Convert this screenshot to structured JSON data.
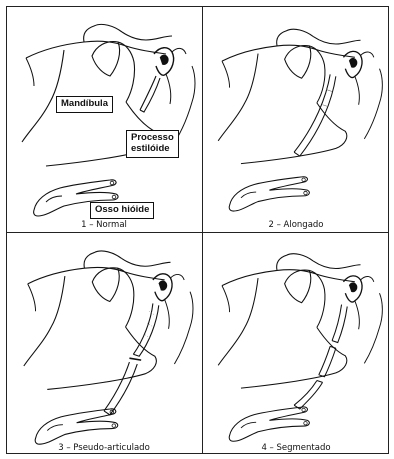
{
  "panels": [
    {
      "id": 1,
      "caption": "1 – Normal"
    },
    {
      "id": 2,
      "caption": "2 – Alongado"
    },
    {
      "id": 3,
      "caption": "3 – Pseudo-articulado"
    },
    {
      "id": 4,
      "caption": "4 – Segmentado"
    }
  ],
  "labels": {
    "mandibula": "Mandíbula",
    "processo_line1": "Processo",
    "processo_line2": "estilóide",
    "osso_hioide": "Osso hióide"
  }
}
